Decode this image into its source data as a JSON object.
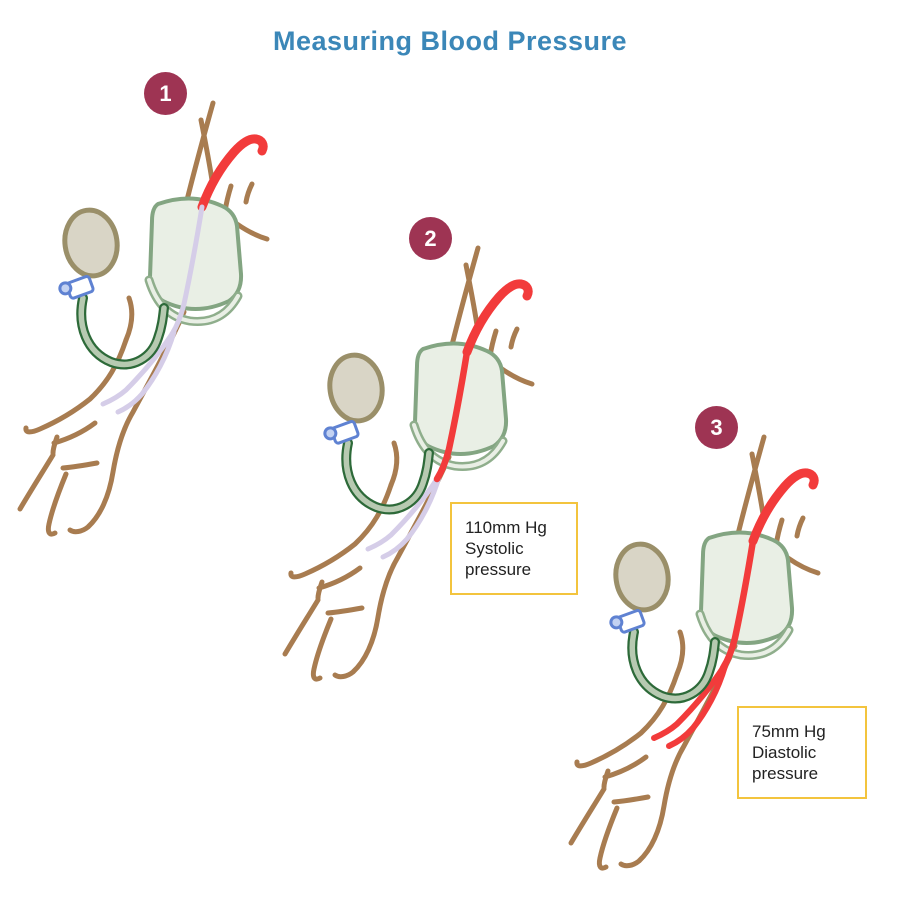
{
  "title": {
    "text": "Measuring Blood Pressure"
  },
  "steps": [
    {
      "number": "1",
      "state": "cuff inflated, artery fully occluded"
    },
    {
      "number": "2",
      "state": "first sounds, systolic pressure"
    },
    {
      "number": "3",
      "state": "sounds disappear, diastolic pressure"
    }
  ],
  "annotations": [
    {
      "text": "110mm Hg\nSystolic\npressure",
      "step": "2"
    },
    {
      "text": "75mm Hg\nDiastolic\npressure",
      "step": "3"
    }
  ],
  "icons": [
    {
      "name": "bp-cuff",
      "meaning": "blood pressure cuff wrapped on upper arm"
    },
    {
      "name": "inflation-bulb",
      "meaning": "rubber squeeze bulb with valve and tube"
    },
    {
      "name": "brachial-artery",
      "meaning": "artery shown red where blood flows, pale where occluded"
    }
  ],
  "colors": {
    "background": "#ffffff",
    "title_blue": "#3b87b8",
    "badge_maroon": "#9e3453",
    "badge_text": "#ffffff",
    "artery_red": "#f23b3b",
    "artery_occluded": "#d5cde8",
    "skin_outline": "#a87c50",
    "cuff_fill": "#e9efe5",
    "cuff_stroke": "#83a582",
    "band_stroke": "#8fae8c",
    "bulb_fill": "#d9d5c6",
    "bulb_stroke": "#9a8f69",
    "tube_dark": "#2d6a39",
    "tube_light": "#b7cab1",
    "valve_blue": "#5f82d2",
    "valve_fill": "#ffffff",
    "box_border": "#f3c43e",
    "box_text": "#222222"
  }
}
